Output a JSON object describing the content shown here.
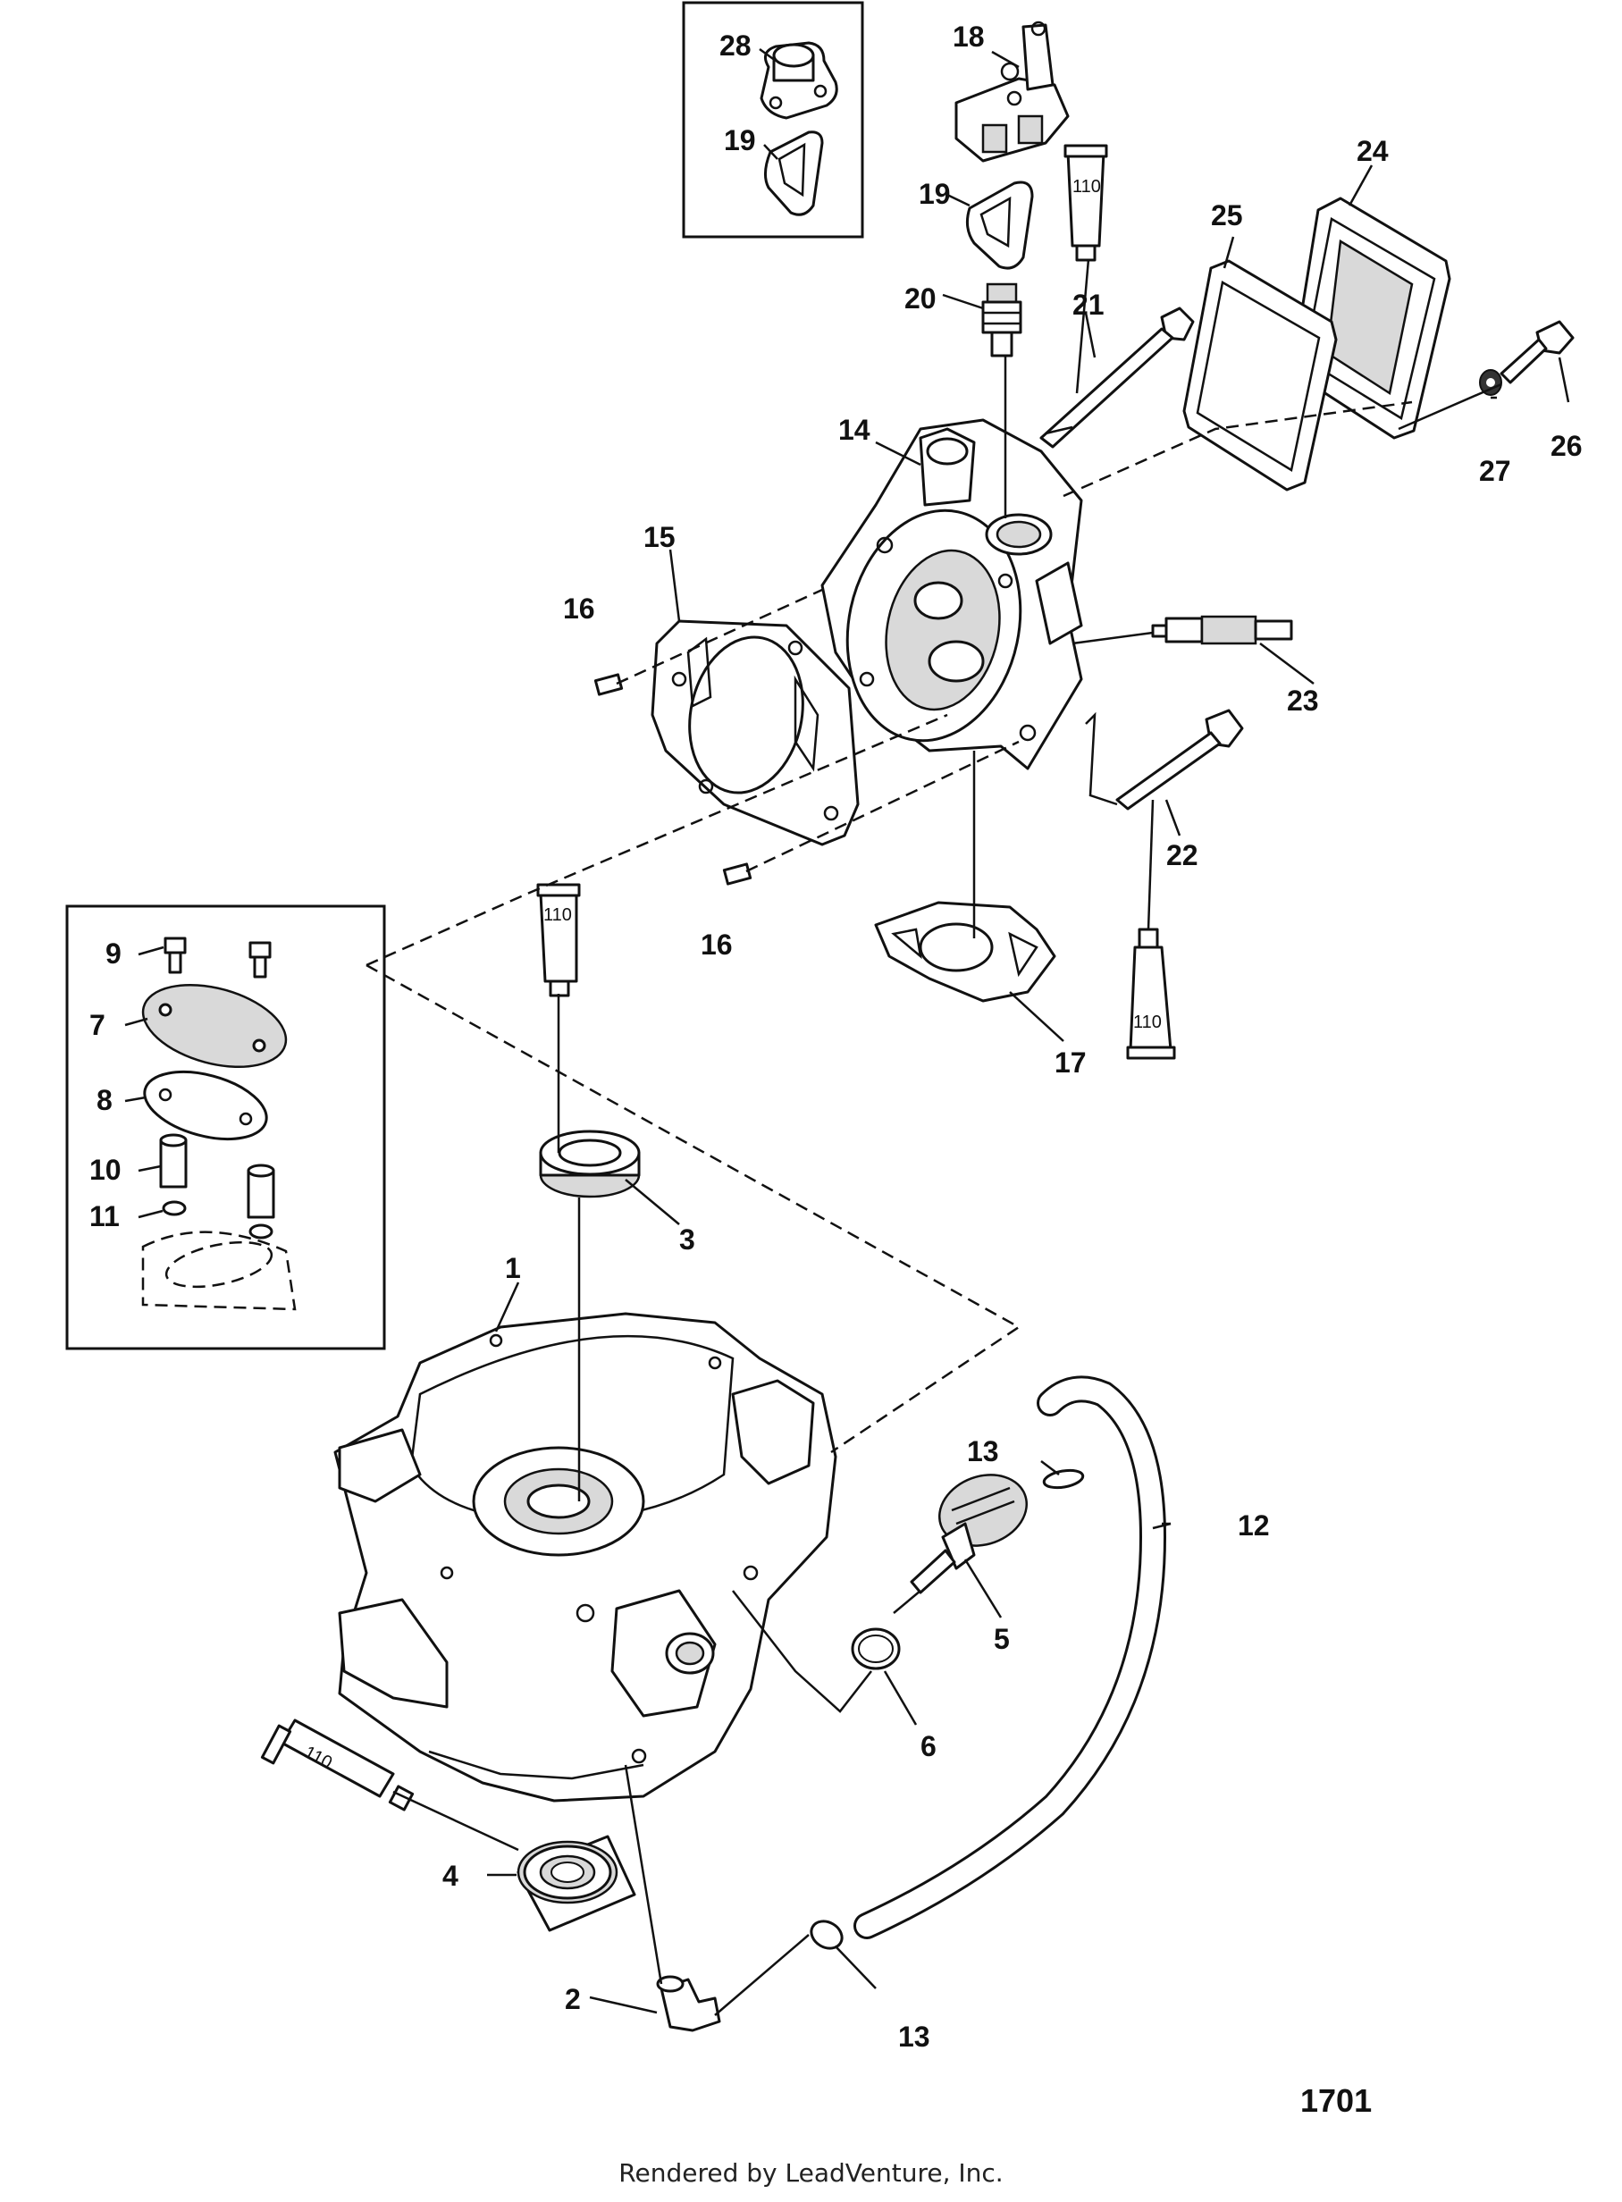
{
  "callouts": {
    "c1": "1",
    "c2": "2",
    "c3": "3",
    "c4": "4",
    "c5": "5",
    "c6": "6",
    "c7": "7",
    "c8": "8",
    "c9": "9",
    "c10": "10",
    "c11": "11",
    "c12": "12",
    "c13a": "13",
    "c13b": "13",
    "c14": "14",
    "c15": "15",
    "c16a": "16",
    "c16b": "16",
    "c17": "17",
    "c18": "18",
    "c19a": "19",
    "c19b": "19",
    "c20": "20",
    "c21": "21",
    "c22": "22",
    "c23": "23",
    "c24": "24",
    "c25": "25",
    "c26": "26",
    "c27": "27",
    "c28": "28"
  },
  "sealant_tubes": {
    "t1": "110",
    "t2": "110",
    "t3": "110",
    "t4": "110"
  },
  "figure_number": "1701",
  "footer": "Rendered by LeadVenture, Inc."
}
